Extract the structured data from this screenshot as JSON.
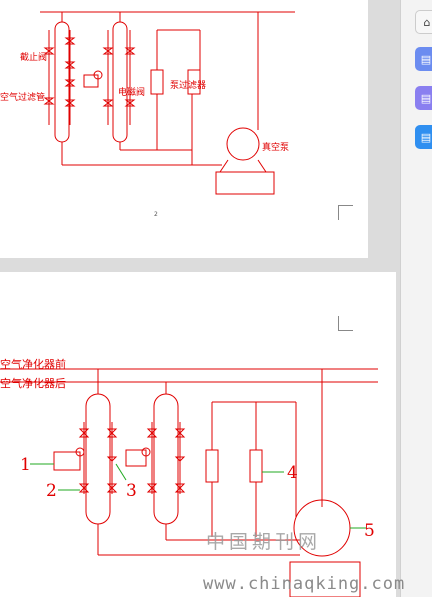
{
  "page1": {
    "labels": {
      "left_top": "截止阀",
      "left_mid": "空气过滤管",
      "valve_right": "电磁阀",
      "filter": "泵过滤器",
      "pump": "真空泵"
    },
    "page_number": "2"
  },
  "page2": {
    "header_line_1": "空气净化器前",
    "header_line_2": "空气净化器后",
    "callouts": [
      "1",
      "2",
      "3",
      "4",
      "5"
    ]
  },
  "rightbar": {
    "top_icon": "collapse-icon",
    "buttons": [
      "doc-icon",
      "doc-icon",
      "doc-icon"
    ]
  },
  "watermark": {
    "cn_text": "中国期刊网",
    "url_text": "www.chinaqking.com"
  },
  "colors": {
    "line": "#e00000",
    "callout_leader": "#22aa22"
  }
}
